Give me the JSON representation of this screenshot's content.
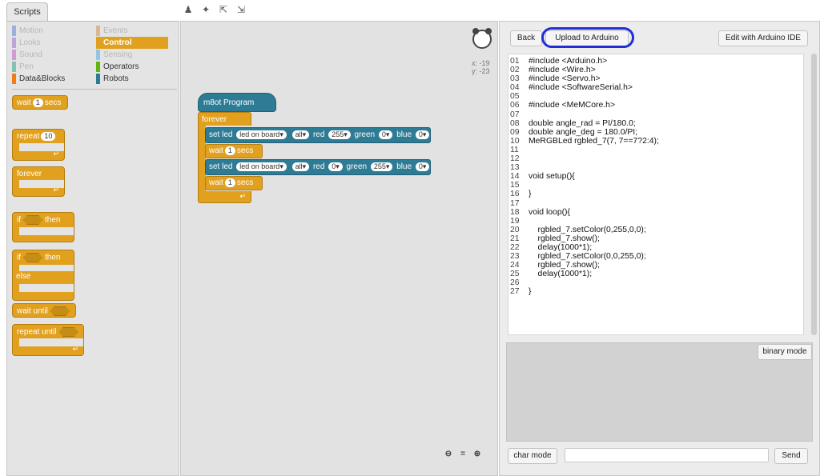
{
  "tabs": {
    "scripts": "Scripts"
  },
  "toolbar_icons": [
    "stamp-icon",
    "scissors-icon",
    "grow-icon",
    "shrink-icon"
  ],
  "categories": [
    {
      "label": "Motion",
      "color": "#4a6cd4",
      "active": false
    },
    {
      "label": "Looks",
      "color": "#8a55d7",
      "active": false
    },
    {
      "label": "Sound",
      "color": "#bb42c3",
      "active": false
    },
    {
      "label": "Pen",
      "color": "#0e9a6c",
      "active": false
    },
    {
      "label": "Data&Blocks",
      "color": "#ee7d16",
      "active": true
    },
    {
      "label": "Events",
      "color": "#c88330",
      "active": false
    },
    {
      "label": "Control",
      "color": "#e1a11f",
      "active": true,
      "selected": true
    },
    {
      "label": "Sensing",
      "color": "#2ca5e2",
      "active": false
    },
    {
      "label": "Operators",
      "color": "#5cb712",
      "active": true
    },
    {
      "label": "Robots",
      "color": "#2e7b95",
      "active": true
    }
  ],
  "palette_blocks": {
    "wait_secs": {
      "prefix": "wait",
      "value": "1",
      "suffix": "secs"
    },
    "repeat": {
      "prefix": "repeat",
      "value": "10"
    },
    "forever": "forever",
    "if_then": {
      "if": "if",
      "then": "then"
    },
    "if_then_else": {
      "if": "if",
      "then": "then",
      "else": "else"
    },
    "wait_until": "wait until",
    "repeat_until": "repeat until"
  },
  "sprite": {
    "x_label": "x: -19",
    "y_label": "y: -23"
  },
  "script": {
    "hat": "m8ot Program",
    "forever": "forever",
    "led1": {
      "set": "set",
      "led": "led",
      "target": "led on board",
      "which": "all",
      "red_label": "red",
      "red": "255",
      "green_label": "green",
      "green": "0",
      "blue_label": "blue",
      "blue": "0"
    },
    "wait1": {
      "label": "wait",
      "value": "1",
      "unit": "secs"
    },
    "led2": {
      "set": "set",
      "led": "led",
      "target": "led on board",
      "which": "all",
      "red_label": "red",
      "red": "0",
      "green_label": "green",
      "green": "255",
      "blue_label": "blue",
      "blue": "0"
    },
    "wait2": {
      "label": "wait",
      "value": "1",
      "unit": "secs"
    }
  },
  "zoom": {
    "out": "zoom-out-icon",
    "reset": "=",
    "in": "zoom-in-icon"
  },
  "code_panel": {
    "back": "Back",
    "upload": "Upload to Arduino",
    "edit": "Edit with Arduino IDE",
    "binary_mode": "binary mode",
    "char_mode": "char mode",
    "send": "Send",
    "send_input": "",
    "lines": [
      {
        "n": "01",
        "t": "#include <Arduino.h>"
      },
      {
        "n": "02",
        "t": "#include <Wire.h>"
      },
      {
        "n": "03",
        "t": "#include <Servo.h>"
      },
      {
        "n": "04",
        "t": "#include <SoftwareSerial.h>"
      },
      {
        "n": "05",
        "t": ""
      },
      {
        "n": "06",
        "t": "#include <MeMCore.h>"
      },
      {
        "n": "07",
        "t": ""
      },
      {
        "n": "08",
        "t": "double angle_rad = PI/180.0;"
      },
      {
        "n": "09",
        "t": "double angle_deg = 180.0/PI;"
      },
      {
        "n": "10",
        "t": "MeRGBLed rgbled_7(7, 7==7?2:4);"
      },
      {
        "n": "11",
        "t": ""
      },
      {
        "n": "12",
        "t": ""
      },
      {
        "n": "13",
        "t": ""
      },
      {
        "n": "14",
        "t": "void setup(){"
      },
      {
        "n": "15",
        "t": ""
      },
      {
        "n": "16",
        "t": "}"
      },
      {
        "n": "17",
        "t": ""
      },
      {
        "n": "18",
        "t": "void loop(){"
      },
      {
        "n": "19",
        "t": ""
      },
      {
        "n": "20",
        "t": "    rgbled_7.setColor(0,255,0,0);"
      },
      {
        "n": "21",
        "t": "    rgbled_7.show();"
      },
      {
        "n": "22",
        "t": "    delay(1000*1);"
      },
      {
        "n": "23",
        "t": "    rgbled_7.setColor(0,0,255,0);"
      },
      {
        "n": "24",
        "t": "    rgbled_7.show();"
      },
      {
        "n": "25",
        "t": "    delay(1000*1);"
      },
      {
        "n": "26",
        "t": ""
      },
      {
        "n": "27",
        "t": "}"
      }
    ]
  }
}
